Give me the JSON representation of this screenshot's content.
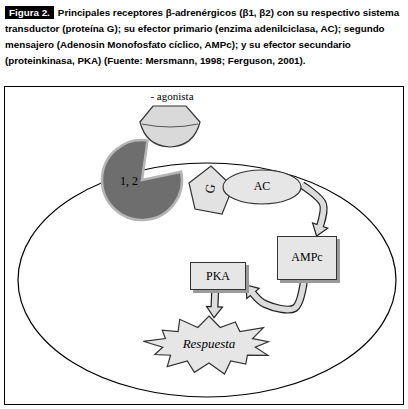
{
  "diagram": {
    "title": "Figura 2.",
    "caption": "Principales receptores β-adrenérgicos (β1, β2) con su respectivo sistema transductor (proteína G); su efector primario (enzima adenilciclasa, AC); segundo mensajero (Adenosin Monofosfato cíclico, AMPc); y su efector secundario (proteinkinasa, PKA) (Fuente: Mersmann, 1998; Ferguson, 2001).",
    "nodes": [
      {
        "text": [
          "- agonista"
        ]
      },
      {
        "text": [
          "1, 2"
        ]
      },
      {
        "text": [
          "G"
        ]
      },
      {
        "text": [
          "AC"
        ]
      },
      {
        "text": [
          "AMPc"
        ]
      },
      {
        "text": [
          "PKA"
        ]
      },
      {
        "text": [
          "Respuesta"
        ]
      }
    ],
    "edges": [
      {
        "from": 3,
        "to": 4,
        "arrow": "to"
      },
      {
        "from": 4,
        "to": 5,
        "arrow": "to"
      },
      {
        "from": 5,
        "to": 6,
        "arrow": "to"
      }
    ]
  }
}
